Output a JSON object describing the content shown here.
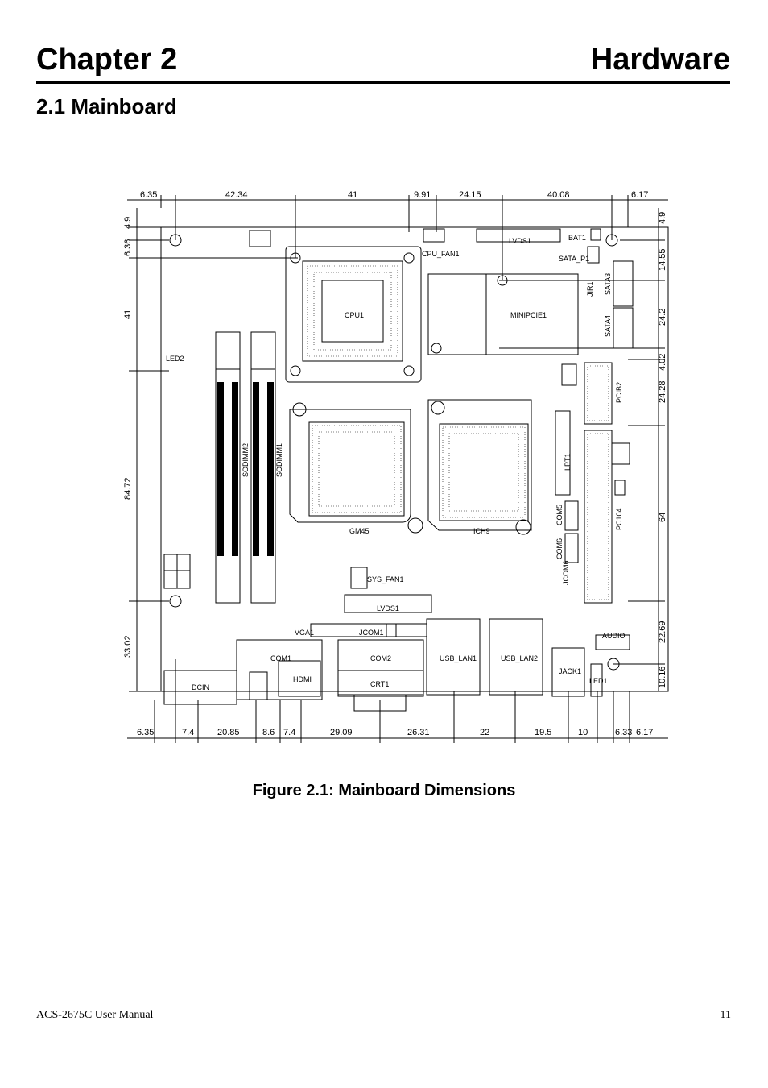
{
  "header": {
    "chapter": "Chapter 2",
    "title": "Hardware"
  },
  "section": {
    "title": "2.1 Mainboard"
  },
  "figure": {
    "caption": "Figure 2.1: Mainboard Dimensions",
    "dims_top": [
      "6.35",
      "42.34",
      "41",
      "9.91",
      "24.15",
      "40.08",
      "6.17"
    ],
    "dims_bottom": [
      "6.35",
      "7.4",
      "20.85",
      "8.6",
      "7.4",
      "29.09",
      "26.31",
      "22",
      "19.5",
      "10",
      "6.33",
      "6.17"
    ],
    "dims_left": [
      "4.9",
      "6.36",
      "41",
      "84.72",
      "33.02"
    ],
    "dims_right": [
      "4.9",
      "14.55",
      "24.2",
      "4.02",
      "24.28",
      "64",
      "22.69",
      "10.16"
    ],
    "labels": {
      "cpu": "CPU1",
      "cpu_fan": "CPU_FAN1",
      "lvds_top": "LVDS1",
      "bat": "BAT1",
      "sata_p": "SATA_P1",
      "sata3": "SATA3",
      "sata4": "SATA4",
      "jir": "JIR1",
      "minipcie": "MINIPCIE1",
      "led2": "LED2",
      "sodimm2": "SODIMM2",
      "sodimm1": "SODIMM1",
      "pcib2": "PCIB2",
      "lpt": "LPT1",
      "pc104": "PC104",
      "com5": "COM5",
      "com6": "COM6",
      "jcom": "JCOM6",
      "gm45": "GM45",
      "ich9": "ICH9",
      "sys_fan": "SYS_FAN1",
      "lvds": "LVDS1",
      "vga": "VGA1",
      "com1_pin": "JCOM1",
      "com1": "COM1",
      "hdmi": "HDMI",
      "com2": "COM2",
      "crt": "CRT1",
      "usb_lan1": "USB_LAN1",
      "usb_lan2": "USB_LAN2",
      "jack": "JACK1",
      "led1": "LED1",
      "audio": "AUDIO",
      "dcin": "DCIN"
    }
  },
  "footer": {
    "manual": "ACS-2675C User Manual",
    "page": "11"
  }
}
